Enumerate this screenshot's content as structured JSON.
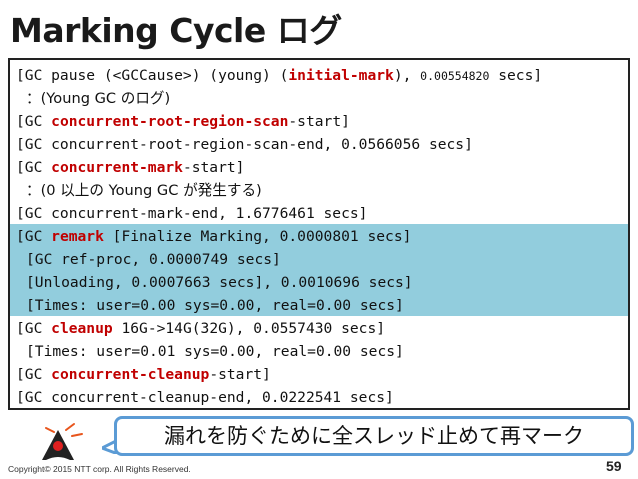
{
  "slide": {
    "title": "Marking Cycle ログ",
    "log_lines": [
      {
        "parts": [
          {
            "t": "[GC pause (<GCCause>) (young) ("
          },
          {
            "t": "initial-mark",
            "red": true
          },
          {
            "t": "), "
          },
          {
            "t": "0.00554820",
            "small": true
          },
          {
            "t": " secs]"
          }
        ]
      },
      {
        "indent": true,
        "parts": [
          {
            "t": "：(Young GC のログ)",
            "jp": true
          }
        ]
      },
      {
        "parts": [
          {
            "t": "[GC "
          },
          {
            "t": "concurrent-root-region-scan",
            "red": true
          },
          {
            "t": "-start]"
          }
        ]
      },
      {
        "parts": [
          {
            "t": "[GC concurrent-root-region-scan-end, 0.0566056 secs]"
          }
        ]
      },
      {
        "parts": [
          {
            "t": "[GC "
          },
          {
            "t": "concurrent-mark",
            "red": true
          },
          {
            "t": "-start]"
          }
        ]
      },
      {
        "indent": true,
        "parts": [
          {
            "t": "：(0 以上の Young GC が発生する)",
            "jp": true
          }
        ]
      },
      {
        "parts": [
          {
            "t": "[GC concurrent-mark-end, 1.6776461 secs]"
          }
        ]
      },
      {
        "parts": [
          {
            "t": "[GC "
          },
          {
            "t": "remark",
            "red": true
          },
          {
            "t": " [Finalize Marking, 0.0000801 secs]"
          }
        ]
      },
      {
        "indent": true,
        "parts": [
          {
            "t": "[GC ref-proc, 0.0000749 secs]"
          }
        ]
      },
      {
        "indent": true,
        "parts": [
          {
            "t": "[Unloading, 0.0007663 secs], 0.0010696 secs]"
          }
        ]
      },
      {
        "indent": true,
        "parts": [
          {
            "t": "[Times: user=0.00 sys=0.00, real=0.00 secs]"
          }
        ]
      },
      {
        "parts": [
          {
            "t": "[GC "
          },
          {
            "t": "cleanup",
            "red": true
          },
          {
            "t": " 16G->14G(32G), 0.0557430 secs]"
          }
        ]
      },
      {
        "indent": true,
        "parts": [
          {
            "t": "[Times: user=0.01 sys=0.00, real=0.00 secs]"
          }
        ]
      },
      {
        "parts": [
          {
            "t": "[GC "
          },
          {
            "t": "concurrent-cleanup",
            "red": true
          },
          {
            "t": "-start]"
          }
        ]
      },
      {
        "parts": [
          {
            "t": "[GC concurrent-cleanup-end, 0.0222541 secs]"
          }
        ]
      }
    ],
    "callout": "漏れを防ぐために全スレッド止めて再マーク",
    "copyright": "Copyright© 2015 NTT corp. All Rights Reserved.",
    "page_number": "59"
  },
  "colors": {
    "highlight": "#92cddd",
    "accent_red": "#c00000",
    "callout_border": "#5b9bd5"
  },
  "icons": {
    "mascot": "duke-mascot-icon"
  }
}
